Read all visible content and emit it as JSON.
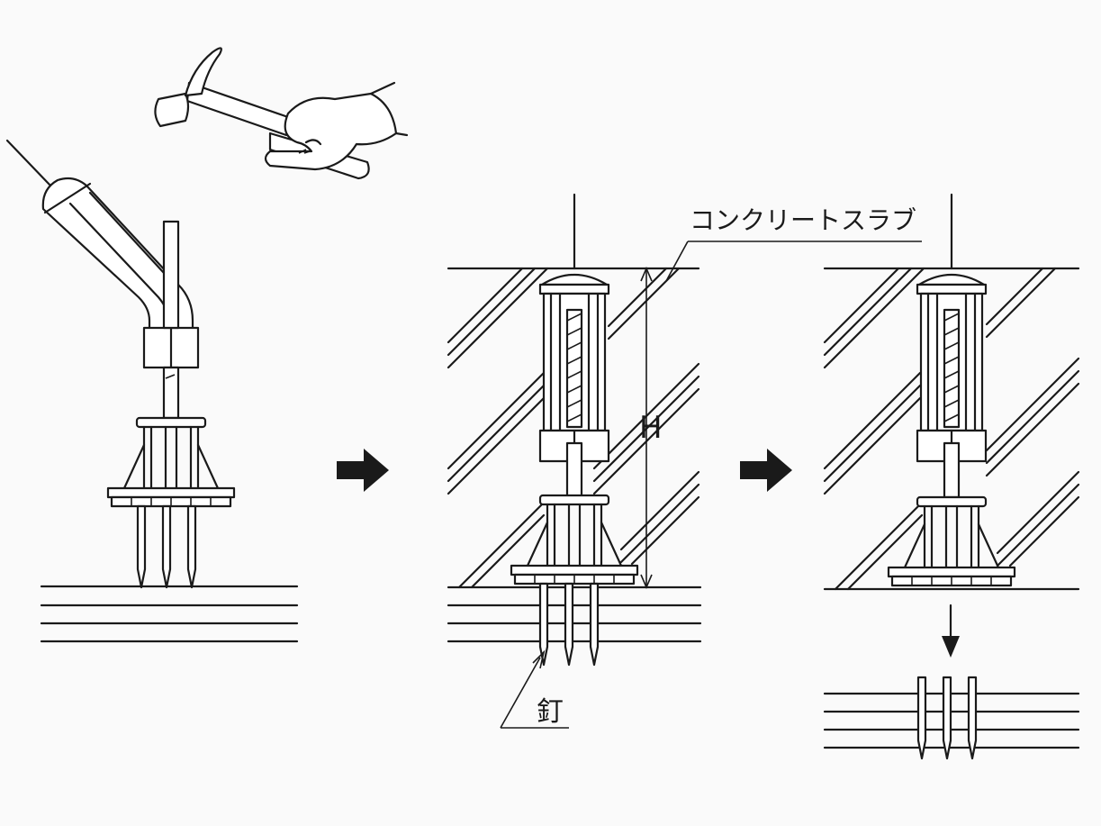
{
  "labels": {
    "slab": "コンクリートスラブ",
    "height": "H",
    "nail": "釘"
  },
  "colors": {
    "line": "#1a1a1a",
    "background": "#fafafa"
  },
  "icons": [
    "hammer-icon",
    "hand-icon",
    "right-arrow-icon",
    "down-arrow-icon"
  ]
}
